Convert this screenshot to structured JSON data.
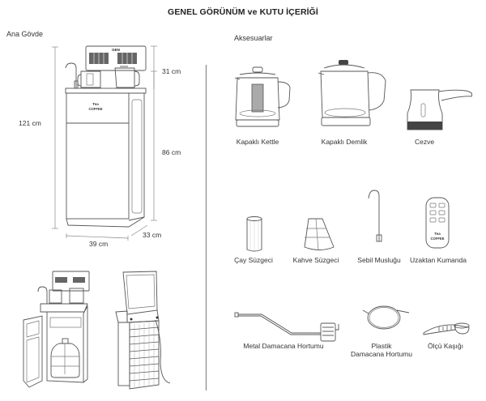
{
  "title": "GENEL GÖRÜNÜM ve KUTU İÇERİĞİ",
  "main_body": {
    "section_label": "Ana Gövde",
    "brand_text": "GEN",
    "logo_text_top": "Tea",
    "logo_text_bottom": "COFFEE",
    "dimensions": {
      "total_height": "121 cm",
      "top_height": "31 cm",
      "cabinet_height": "86 cm",
      "depth": "33 cm",
      "width": "39 cm"
    }
  },
  "accessories": {
    "section_label": "Aksesuarlar",
    "items": [
      {
        "id": "kettle",
        "label": "Kapaklı Kettle",
        "icon": "kettle-icon"
      },
      {
        "id": "teapot",
        "label": "Kapaklı Demlik",
        "icon": "teapot-icon"
      },
      {
        "id": "cezve",
        "label": "Cezve",
        "icon": "coffee-pot-icon"
      },
      {
        "id": "tea-filter",
        "label": "Çay Süzgeci",
        "icon": "tea-filter-icon"
      },
      {
        "id": "coffee-filter",
        "label": "Kahve Süzgeci",
        "icon": "coffee-filter-icon"
      },
      {
        "id": "faucet",
        "label": "Sebil Musluğu",
        "icon": "faucet-icon"
      },
      {
        "id": "remote",
        "label": "Uzaktan Kumanda",
        "icon": "remote-control-icon"
      },
      {
        "id": "metal-hose",
        "label": "Metal Damacana Hortumu",
        "icon": "metal-hose-icon"
      },
      {
        "id": "plastic-hose",
        "label_line1": "Plastik",
        "label_line2": "Damacana Hortumu",
        "icon": "plastic-hose-icon"
      },
      {
        "id": "spoon",
        "label": "Ölçü Kaşığı",
        "icon": "measuring-spoon-icon"
      }
    ]
  }
}
